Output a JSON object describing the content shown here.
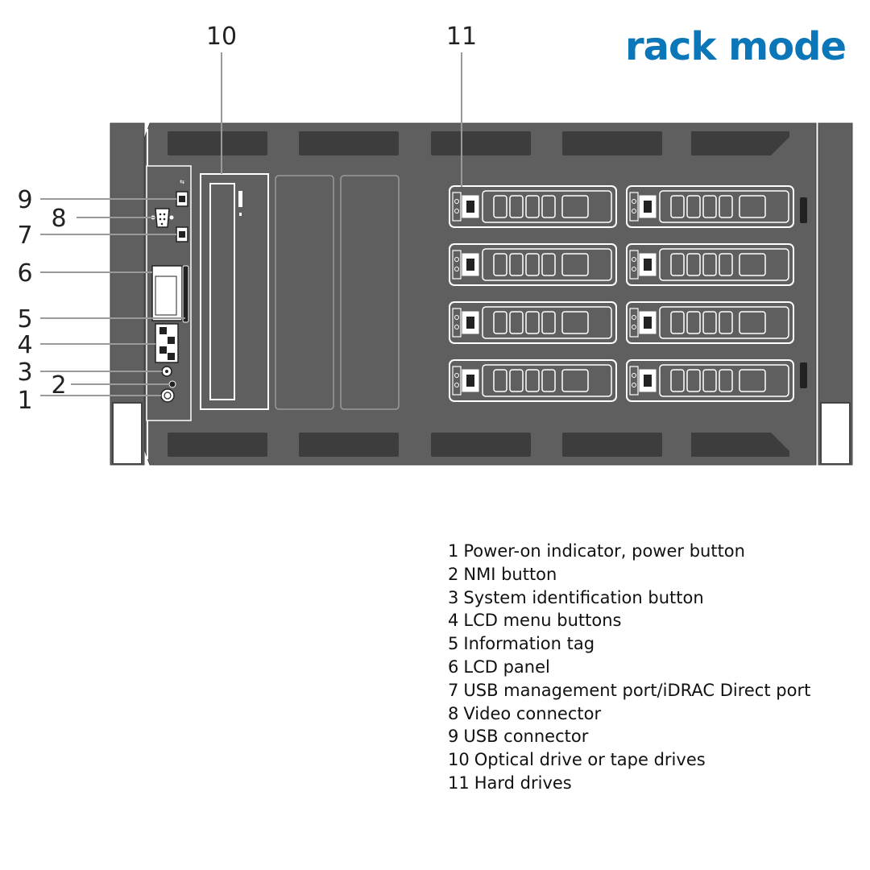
{
  "title": "rack mode",
  "callouts": [
    {
      "number": "1",
      "label": "Power-on indicator, power button"
    },
    {
      "number": "2",
      "label": "NMI button"
    },
    {
      "number": "3",
      "label": "System identification button"
    },
    {
      "number": "4",
      "label": "LCD menu buttons"
    },
    {
      "number": "5",
      "label": "Information tag"
    },
    {
      "number": "6",
      "label": "LCD panel"
    },
    {
      "number": "7",
      "label": "USB management port/iDRAC Direct port"
    },
    {
      "number": "8",
      "label": "Video connector"
    },
    {
      "number": "9",
      "label": "USB connector"
    },
    {
      "number": "10",
      "label": "Optical drive or tape drives"
    },
    {
      "number": "11",
      "label": "Hard drives"
    }
  ],
  "diagram": {
    "hard_drive_bays": 8,
    "optical_bays": 3,
    "accent_color": "#0b76b8",
    "chassis_color": "#5f5f5f",
    "vent_color": "#3d3d3d"
  }
}
